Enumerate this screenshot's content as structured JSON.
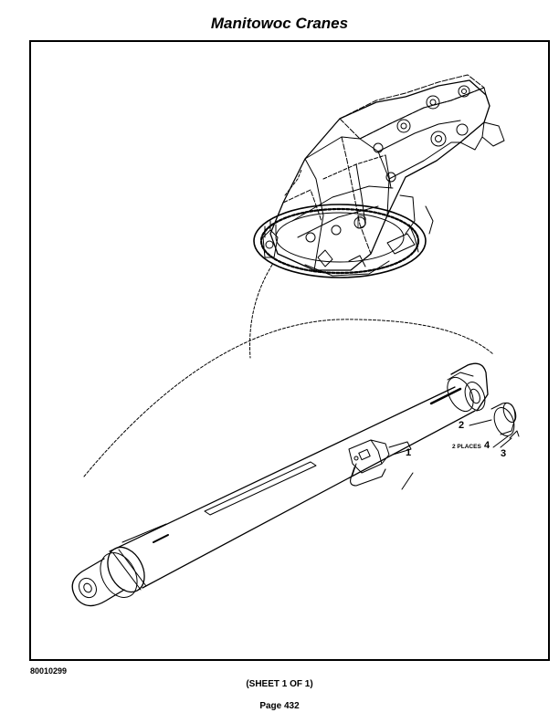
{
  "header": {
    "title": "Manitowoc Cranes"
  },
  "drawing": {
    "callouts": {
      "c1": "1",
      "c2": "2",
      "c3": "3",
      "c4": "4",
      "places": "2 PLACES"
    }
  },
  "footer": {
    "drawing_number": "80010299",
    "sheet": "(SHEET 1 OF 1)",
    "page": "Page 432"
  }
}
